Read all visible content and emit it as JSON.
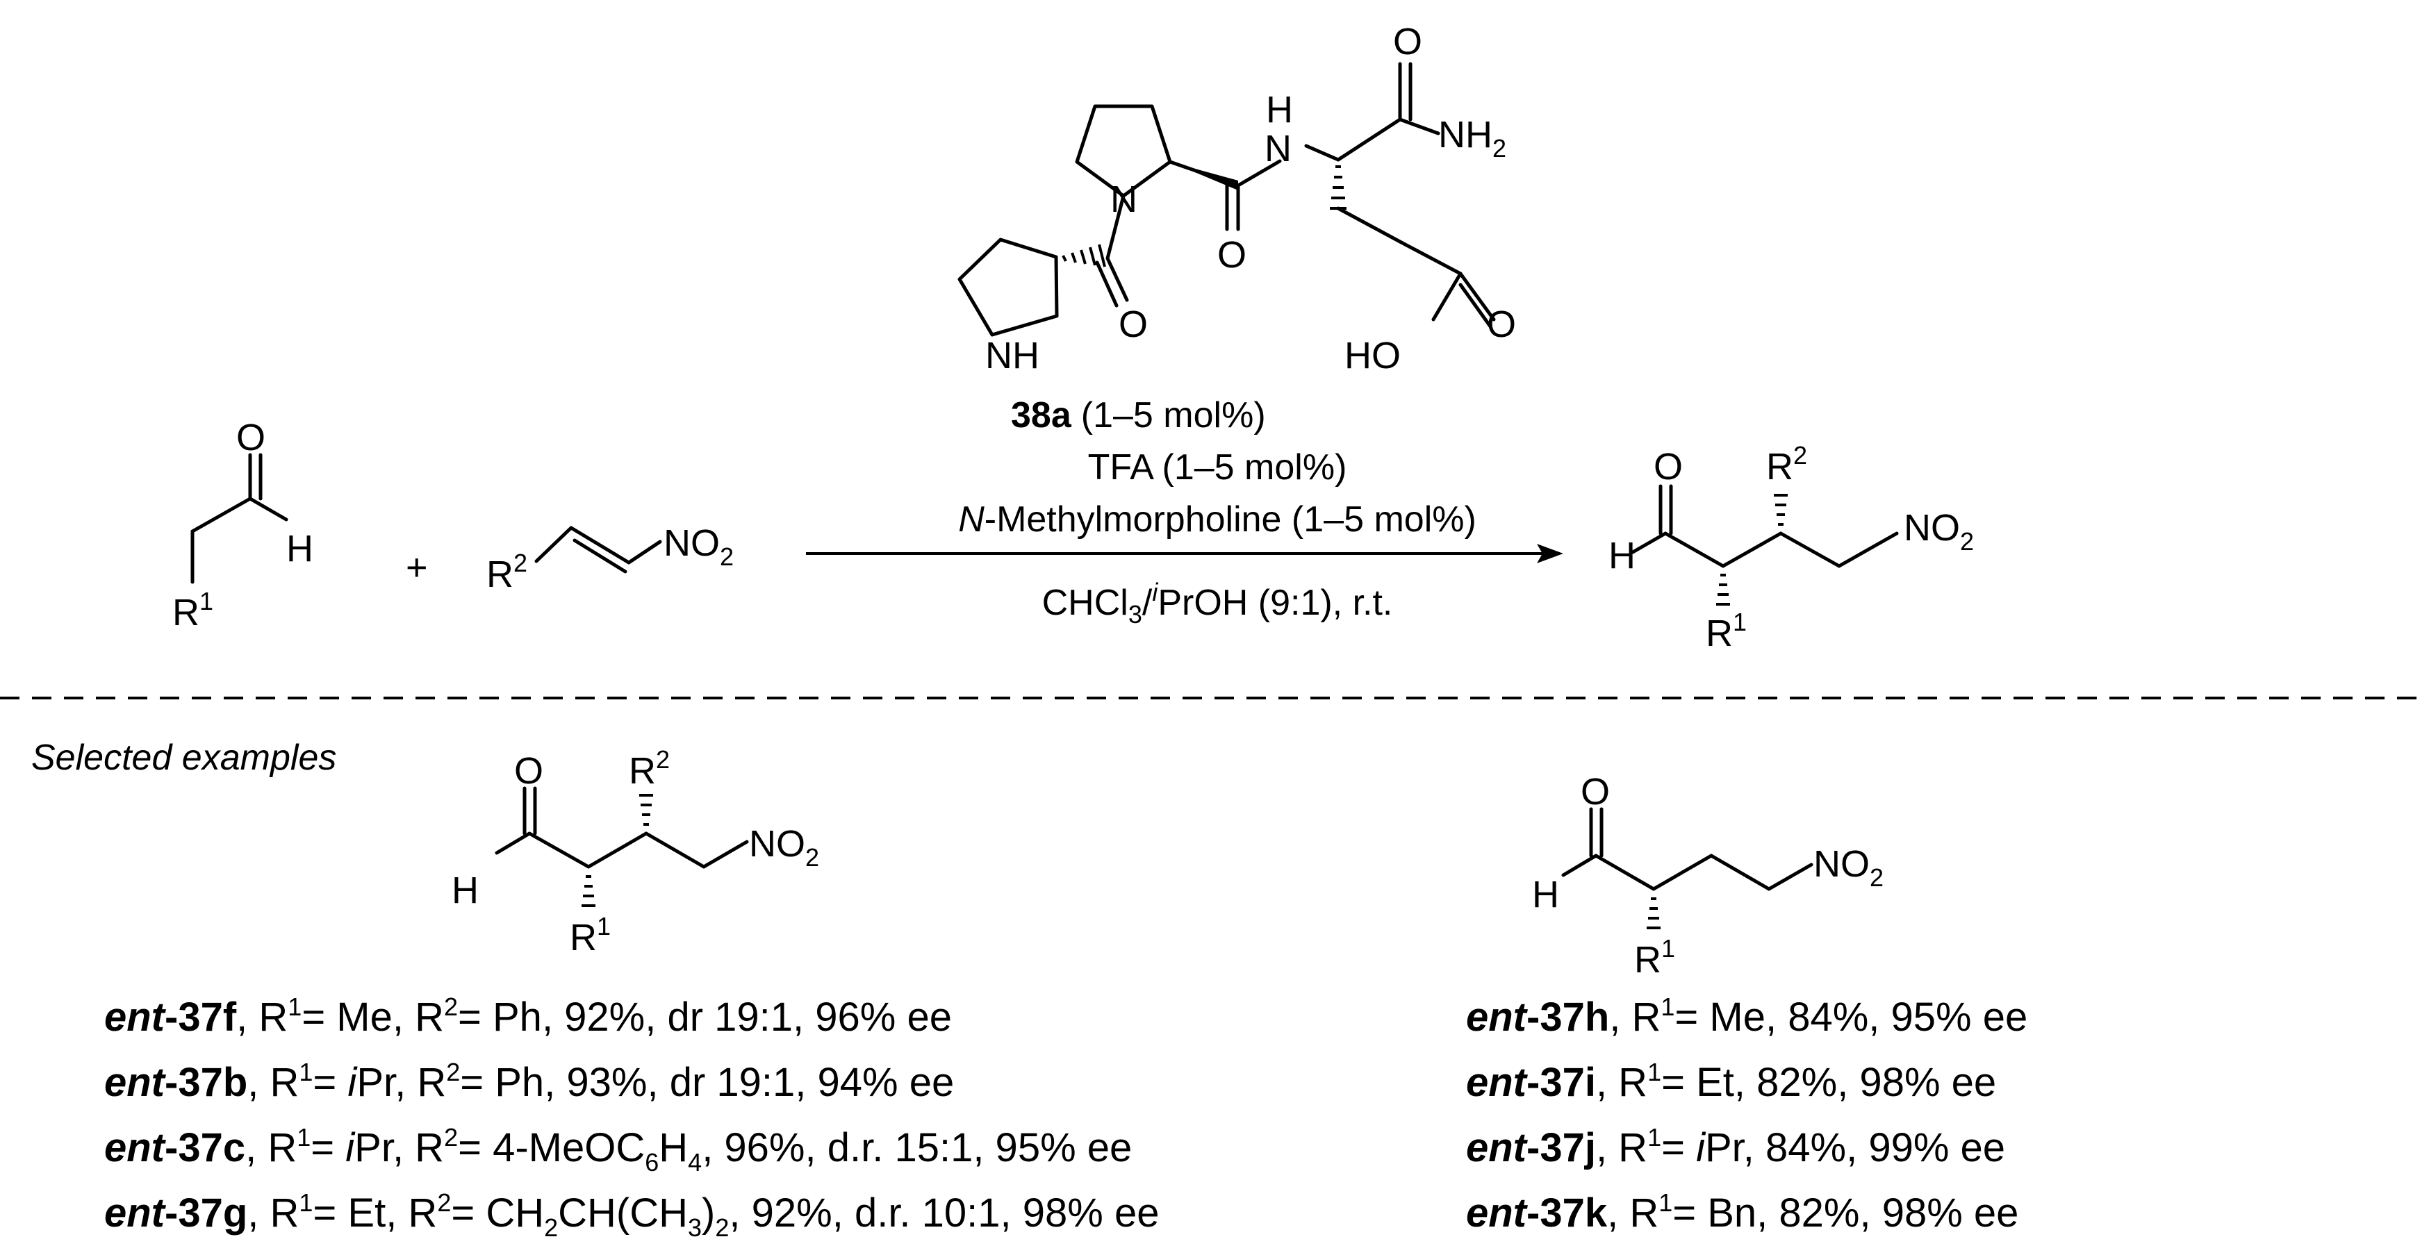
{
  "catalyst": {
    "id": "38a",
    "loading": "(1–5 mol%)",
    "atoms": {
      "amide_N": "N",
      "amide_H": "H",
      "nh2_N": "NH",
      "nh2_sub": "2",
      "pyr_N": "N",
      "nh": "NH",
      "o": "O",
      "ho": "HO"
    }
  },
  "conditions": {
    "line1": "TFA (1–5 mol%)",
    "line2_italic": "N",
    "line2_rest": "-Methylmorpholine (1–5 mol%)",
    "line3_pre": "CHCl",
    "line3_sub": "3",
    "line3_slash": "/",
    "line3_sup": "i",
    "line3_post": "PrOH (9:1), r.t."
  },
  "reactants": {
    "plus": "+",
    "aldehyde": {
      "o": "O",
      "h": "H",
      "r": "R",
      "r_sup": "1"
    },
    "nitroalkene": {
      "r": "R",
      "r_sup": "2",
      "no2": "NO",
      "no2_sub": "2"
    }
  },
  "product": {
    "o": "O",
    "h": "H",
    "r1": "R",
    "r1_sup": "1",
    "r2": "R",
    "r2_sup": "2",
    "no2": "NO",
    "no2_sub": "2"
  },
  "selected_examples": {
    "heading": "Selected examples",
    "left_structure": {
      "o": "O",
      "h": "H",
      "r1": "R",
      "r1_sup": "1",
      "r2": "R",
      "r2_sup": "2",
      "no2": "NO",
      "no2_sub": "2"
    },
    "right_structure": {
      "o": "O",
      "h": "H",
      "r1": "R",
      "r1_sup": "1",
      "no2": "NO",
      "no2_sub": "2"
    },
    "left_entries": [
      {
        "ent": "ent",
        "id": "-37f",
        "r1pre": ", R",
        "r1sup": "1",
        "r1val": "= Me, R",
        "r2sup": "2",
        "r2val": "= Ph, 92%, dr 19:1, 96% ee"
      },
      {
        "ent": "ent",
        "id": "-37b",
        "r1pre": ", R",
        "r1sup": "1",
        "r1eq": "= ",
        "r1i": "i",
        "r1val": "Pr, R",
        "r2sup": "2",
        "r2val": "= Ph, 93%, dr 19:1, 94% ee"
      },
      {
        "ent": "ent",
        "id": "-37c",
        "r1pre": ", R",
        "r1sup": "1",
        "r1eq": "= ",
        "r1i": "i",
        "r1val": "Pr, R",
        "r2sup": "2",
        "r2a": "= 4-MeOC",
        "r2sub": "6",
        "r2b": "H",
        "r2sub2": "4",
        "r2c": ", 96%, d.r. 15:1, 95% ee"
      },
      {
        "ent": "ent",
        "id": "-37g",
        "r1pre": ", R",
        "r1sup": "1",
        "r1val": "= Et, R",
        "r2sup": "2",
        "r2a": "= CH",
        "r2sub": "2",
        "r2b": "CH(CH",
        "r2sub2": "3",
        "r2c": ")",
        "r2sub3": "2",
        "r2d": ", 92%, d.r. 10:1, 98% ee"
      }
    ],
    "right_entries": [
      {
        "ent": "ent",
        "id": "-37h",
        "r1pre": ", R",
        "r1sup": "1",
        "r1val": "= Me, 84%, 95% ee"
      },
      {
        "ent": "ent",
        "id": "-37i",
        "r1pre": ", R",
        "r1sup": "1",
        "r1val": "= Et, 82%, 98% ee"
      },
      {
        "ent": "ent",
        "id": "-37j",
        "r1pre": ", R",
        "r1sup": "1",
        "r1eq": "= ",
        "r1i": "i",
        "r1val": "Pr, 84%, 99% ee"
      },
      {
        "ent": "ent",
        "id": "-37k",
        "r1pre": ", R",
        "r1sup": "1",
        "r1val": "= Bn, 82%, 98% ee"
      }
    ]
  }
}
